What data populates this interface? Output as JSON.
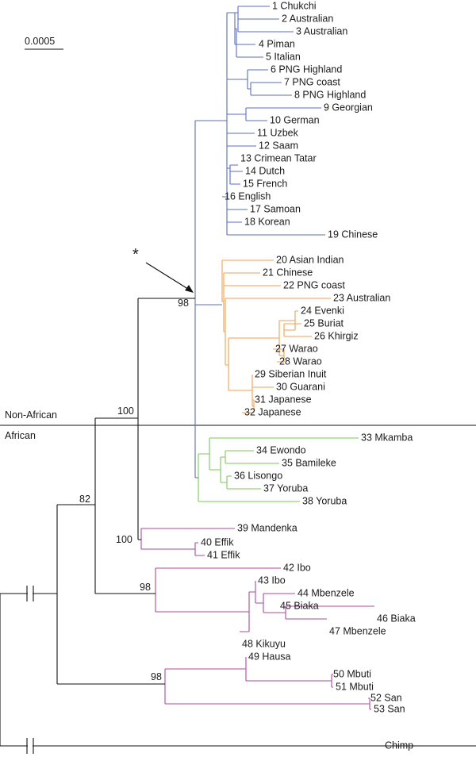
{
  "scale_label": "0.0005",
  "region_labels": {
    "non_african": "Non-African",
    "african": "African"
  },
  "asterisk": "*",
  "colors": {
    "blue": "#5b6cc6",
    "orange": "#f0a052",
    "green": "#7cc95a",
    "magenta": "#b0489e",
    "black": "#111111"
  },
  "tips": [
    "1 Chukchi",
    "2 Australian",
    "3 Australian",
    "4 Piman",
    "5 Italian",
    "6 PNG Highland",
    "7 PNG coast",
    "8 PNG Highland",
    "9 Georgian",
    "10 German",
    "11 Uzbek",
    "12 Saam",
    "13 Crimean Tatar",
    "14 Dutch",
    "15 French",
    "16 English",
    "17 Samoan",
    "18 Korean",
    "19 Chinese",
    "20 Asian Indian",
    "21 Chinese",
    "22 PNG coast",
    "23 Australian",
    "24 Evenki",
    "25 Buriat",
    "26 Khirgiz",
    "27 Warao",
    "28 Warao",
    "29 Siberian Inuit",
    "30 Guarani",
    "31 Japanese",
    "32 Japanese",
    "33 Mkamba",
    "34 Ewondo",
    "35 Bamileke",
    "36 Lisongo",
    "37 Yoruba",
    "38 Yoruba",
    "39 Mandenka",
    "40 Effik",
    "41 Effik",
    "42 Ibo",
    "43 Ibo",
    "44 Mbenzele",
    "45 Biaka",
    "46 Biaka",
    "47 Mbenzele",
    "48 Kikuyu",
    "49 Hausa",
    "50 Mbuti",
    "51 Mbuti",
    "52 San",
    "53 San",
    "Chimp"
  ],
  "bootstrap": [
    "98",
    "100",
    "82",
    "100",
    "98",
    "98"
  ]
}
